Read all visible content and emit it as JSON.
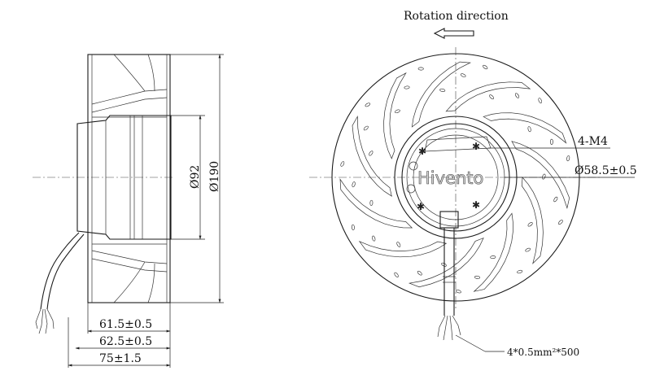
{
  "title": "Rotation direction",
  "brand": "Hivento",
  "side_view": {
    "dims": {
      "width_inner": "61.5±0.5",
      "width_mid": "62.5±0.5",
      "width_total": "75±1.5",
      "diam_92": "Ø92",
      "diam_190": "Ø190"
    }
  },
  "front_view": {
    "mount": "4-M4",
    "hub_diameter": "Ø58.5±0.5",
    "cable": "4*0.5mm²*500"
  }
}
